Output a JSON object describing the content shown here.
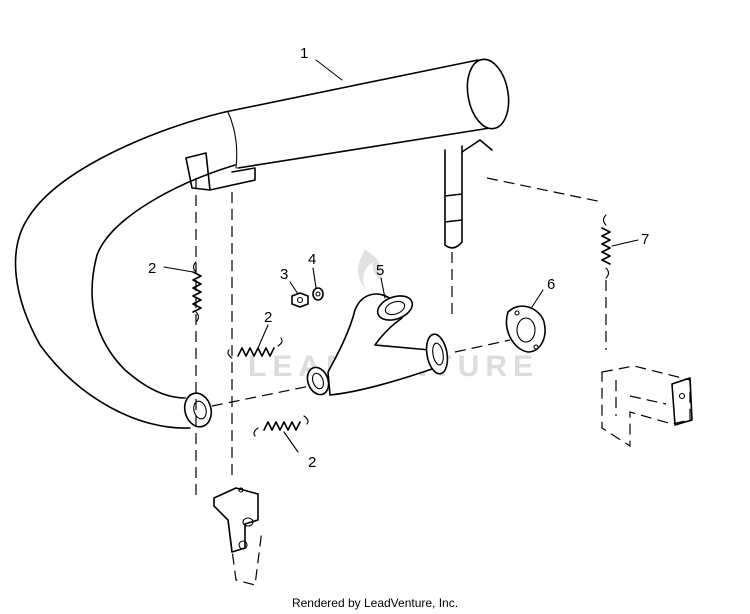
{
  "callouts": {
    "part_1": "1",
    "part_2a": "2",
    "part_2b": "2",
    "part_2c": "2",
    "part_3": "3",
    "part_4": "4",
    "part_5": "5",
    "part_6": "6",
    "part_7": "7"
  },
  "watermark": "LEADVENTURE",
  "footer": "Rendered by LeadVenture, Inc."
}
